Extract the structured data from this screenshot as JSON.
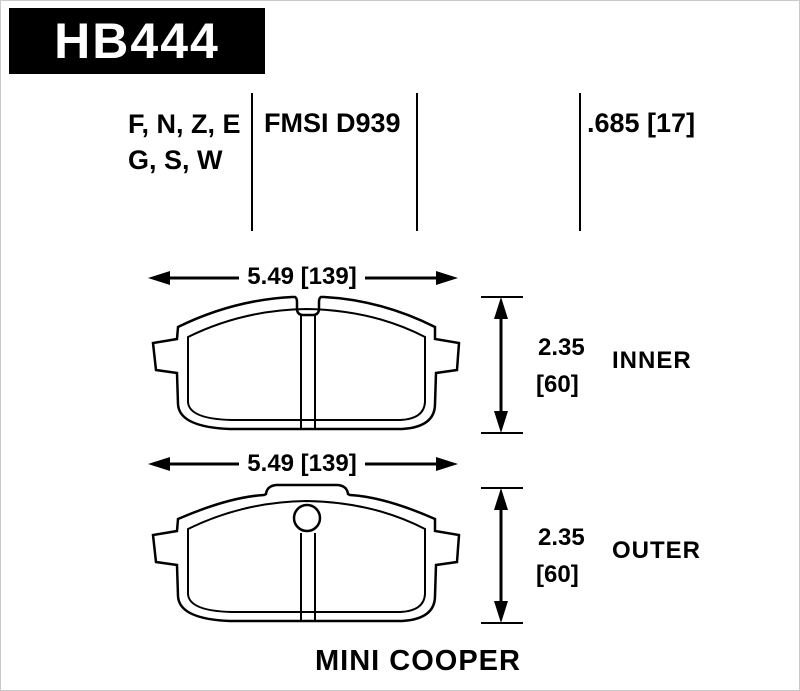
{
  "header": {
    "part_number": "HB444"
  },
  "specs": {
    "compounds_line1": "F, N, Z, E",
    "compounds_line2": "G, S, W",
    "fmsi": "FMSI D939",
    "thickness": ".685 [17]"
  },
  "diagram": {
    "inner": {
      "width_label": "5.49 [139]",
      "height_value": "2.35",
      "height_bracket": "[60]",
      "position_label": "INNER"
    },
    "outer": {
      "width_label": "5.49 [139]",
      "height_value": "2.35",
      "height_bracket": "[60]",
      "position_label": "OUTER"
    },
    "vehicle": "MINI COOPER"
  },
  "colors": {
    "ink": "#000000",
    "paper": "#ffffff"
  }
}
